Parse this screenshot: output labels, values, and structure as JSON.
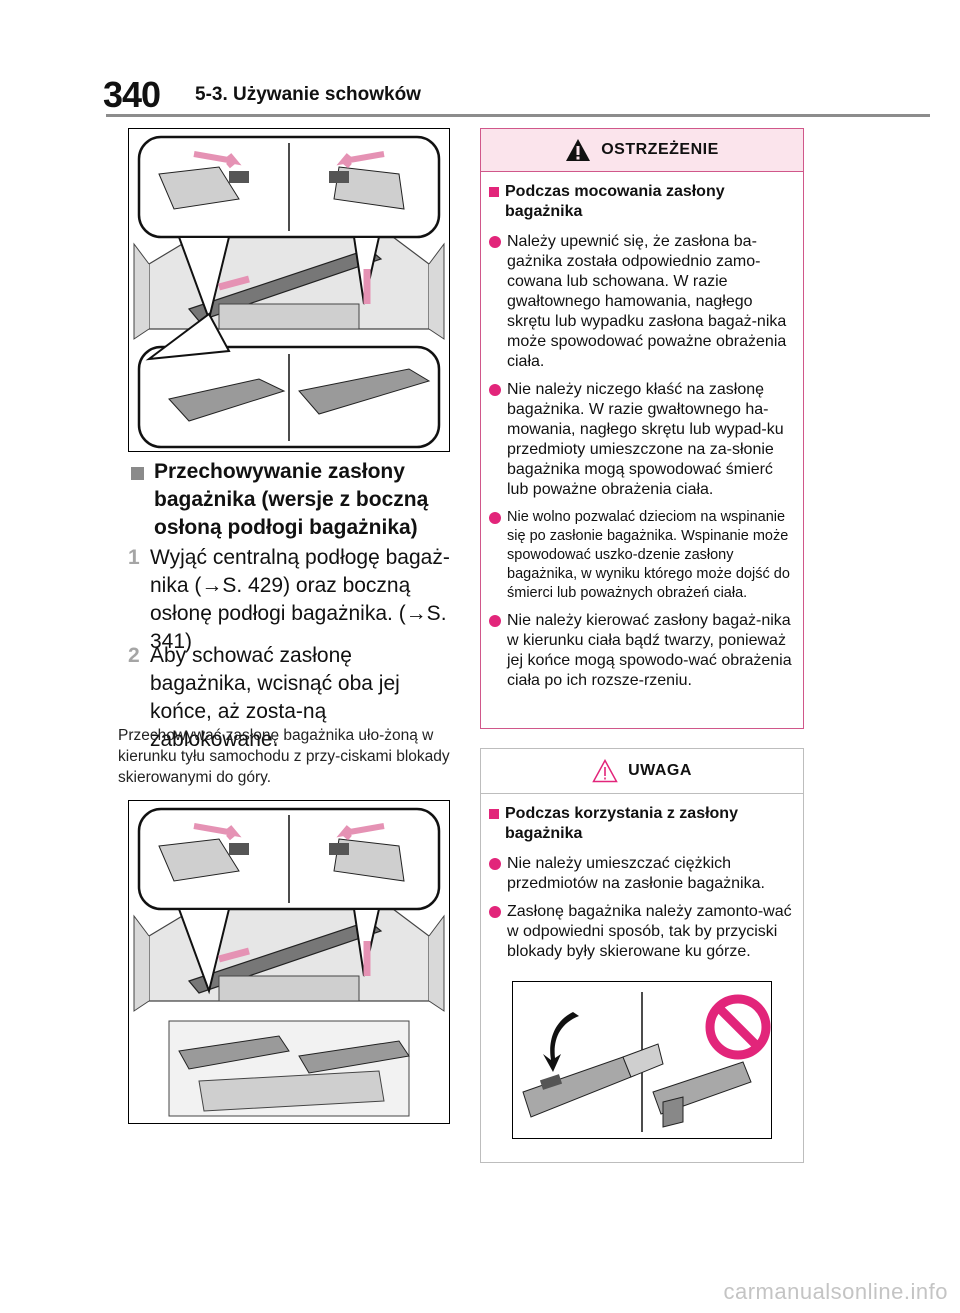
{
  "header": {
    "page_number": "340",
    "section_title": "5-3. Używanie schowków"
  },
  "left": {
    "sub_heading": "Przechowywanie zasłony bagażnika (wersje z boczną osłoną podłogi bagażnika)",
    "steps": [
      {
        "num": "1",
        "text": "Wyjąć centralną podłogę bagaż-nika (→S. 429) oraz boczną osłonę podłogi bagażnika. (→S. 341)"
      },
      {
        "num": "2",
        "text": "Aby schować zasłonę bagażnika, wcisnąć oba jej końce, aż zosta-ną zablokowane."
      }
    ],
    "note": "Przechowywać zasłonę bagażnika uło-żoną w kierunku tyłu samochodu z przy-ciskami blokady skierowanymi do góry."
  },
  "warning": {
    "title": "OSTRZEŻENIE",
    "sub_heading": "Podczas mocowania zasłony bagażnika",
    "bullets": [
      "Należy upewnić się, że zasłona ba-gażnika została odpowiednio zamo-cowana lub schowana. W razie gwałtownego hamowania, nagłego skrętu lub wypadku zasłona bagaż-nika może spowodować poważne obrażenia ciała.",
      "Nie należy niczego kłaść na zasłonę bagażnika. W razie gwałtownego ha-mowania, nagłego skrętu lub wypad-ku przedmioty umieszczone na za-słonie bagażnika mogą spowodować śmierć lub poważne obrażenia ciała.",
      "Nie wolno pozwalać dzieciom na wspinanie się po zasłonie bagażnika. Wspinanie może spowodować uszko-dzenie zasłony bagażnika, w wyniku którego może dojść do śmierci lub poważnych obrażeń ciała.",
      "Nie należy kierować zasłony bagaż-nika w kierunku ciała bądź twarzy, ponieważ jej końce mogą spowodo-wać obrażenia ciała po ich rozsze-rzeniu."
    ]
  },
  "caution": {
    "title": "UWAGA",
    "sub_heading": "Podczas korzystania z zasłony bagażnika",
    "bullets": [
      "Nie należy umieszczać ciężkich przedmiotów na zasłonie bagażnika.",
      "Zasłonę bagażnika należy zamonto-wać w odpowiedni sposób, tak by przyciski blokady były skierowane ku górze."
    ]
  },
  "watermark": "carmanualsonline.info",
  "colors": {
    "accent_pink": "#e2257a",
    "warning_bg": "#fbe4ec",
    "arrow_pink": "#e592b4",
    "gray_marker": "#8a8a8a"
  },
  "icons": [
    "warning-triangle-icon",
    "caution-triangle-icon",
    "prohibition-icon",
    "push-arrow-icon"
  ]
}
